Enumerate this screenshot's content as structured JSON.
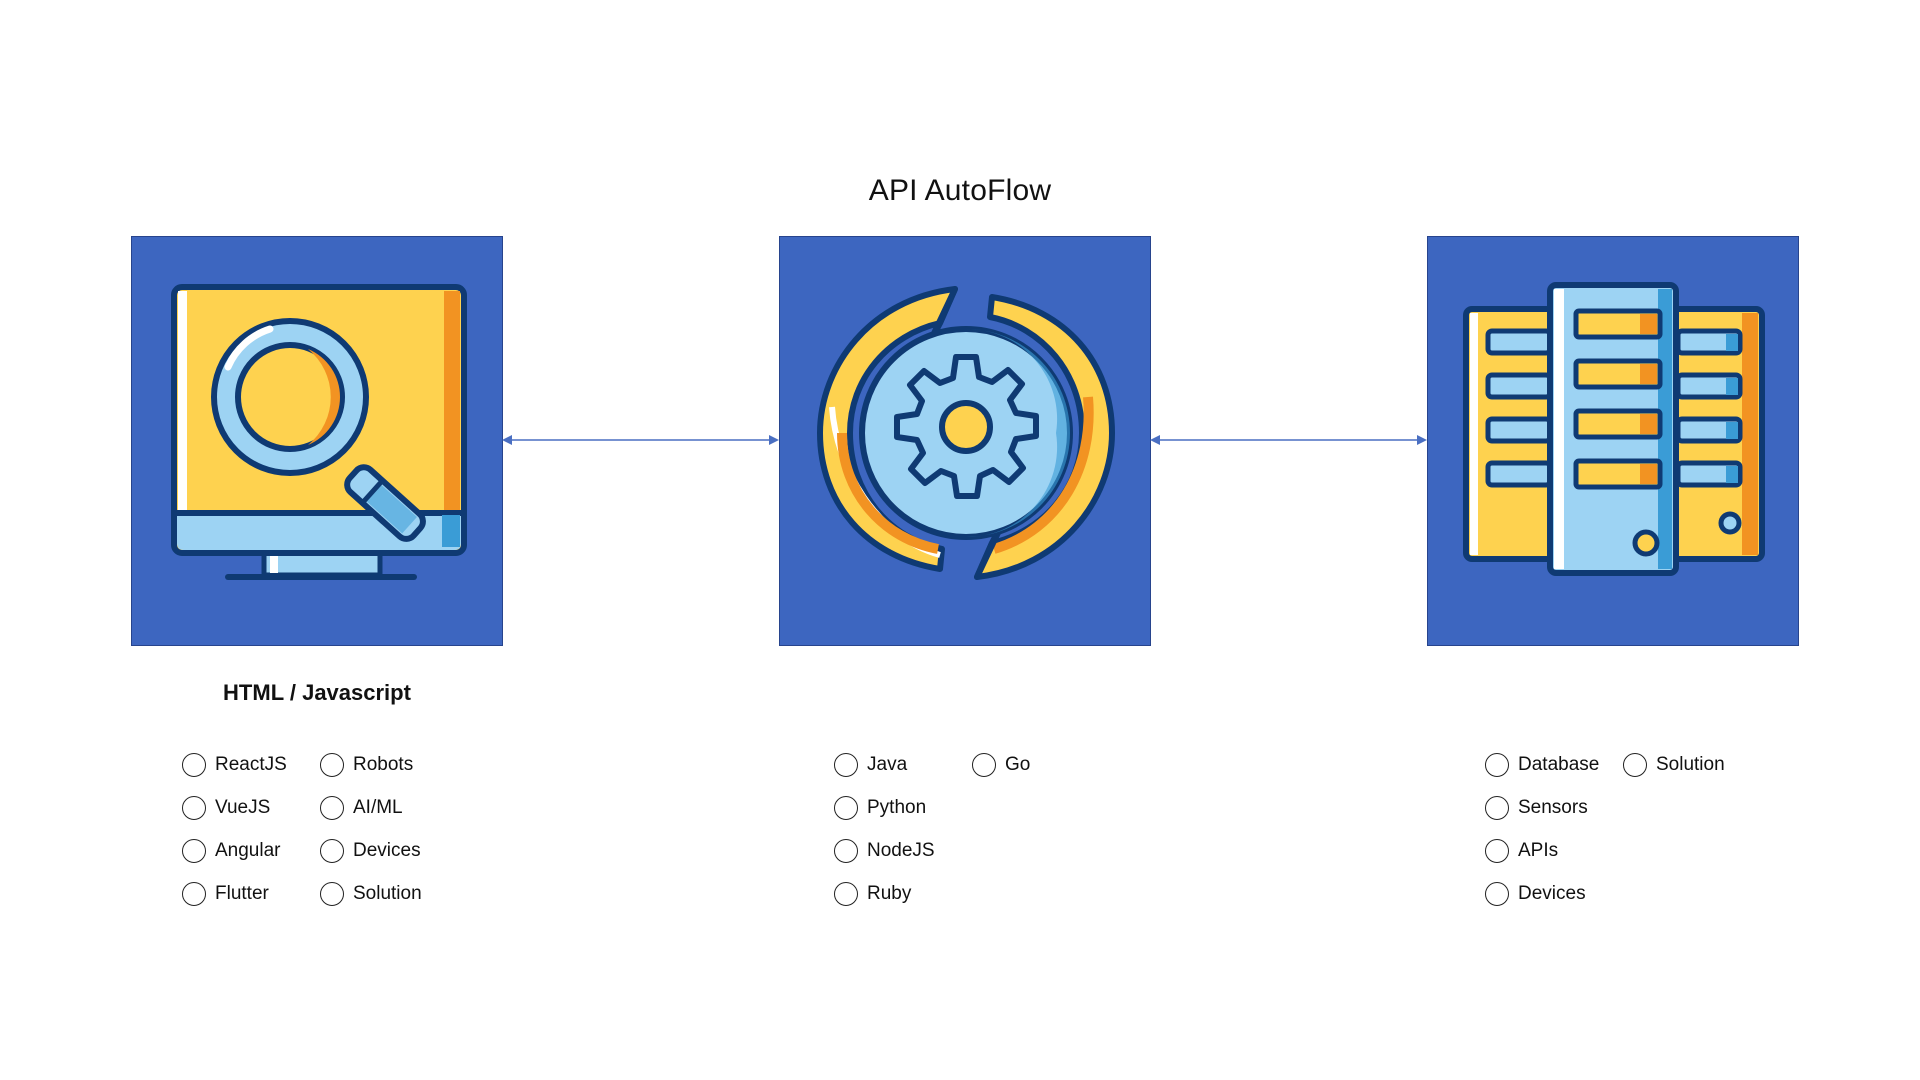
{
  "title": "API AutoFlow",
  "colors": {
    "panel": "#3d66c0",
    "connector": "#4a6fc2",
    "outline": "#0f3a73",
    "yellow": "#fed24f",
    "orange": "#f29322",
    "light_blue": "#9dd3f3",
    "mid_blue": "#3a9cd6"
  },
  "panels": [
    {
      "icon": "monitor-magnifier-icon"
    },
    {
      "icon": "sync-gear-icon"
    },
    {
      "icon": "server-rack-icon"
    }
  ],
  "frontend": {
    "label": "HTML / Javascript",
    "options_col1": [
      "ReactJS",
      "VueJS",
      "Angular",
      "Flutter"
    ],
    "options_col2": [
      "Robots",
      "AI/ML",
      "Devices",
      "Solution"
    ]
  },
  "backend": {
    "options_col1": [
      "Java",
      "Python",
      "NodeJS",
      "Ruby"
    ],
    "options_col2": [
      "Go"
    ]
  },
  "data_layer": {
    "options_col1": [
      "Database",
      "Sensors",
      "APIs",
      "Devices"
    ],
    "options_col2": [
      "Solution"
    ]
  }
}
